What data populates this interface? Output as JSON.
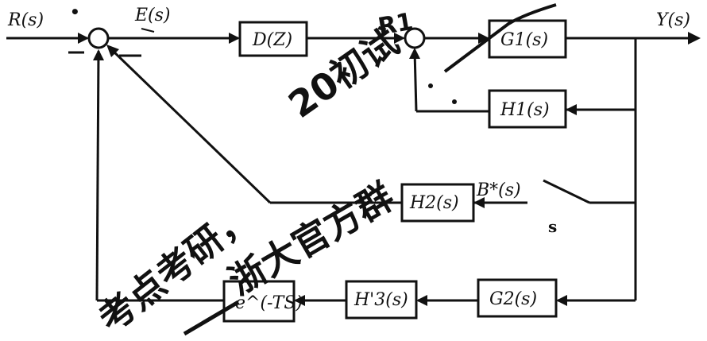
{
  "signals": {
    "input": "R(s)",
    "error": "E(s)",
    "output": "Y(s)",
    "sampled_feedback": "B*(s)",
    "switch": "s",
    "sum_sign_near_r": "•"
  },
  "blocks": {
    "controller": "D(Z)",
    "g1": "G1(s)",
    "h1": "H1(s)",
    "h2": "H2(s)",
    "g2": "G2(s)",
    "h3": "H'3(s)",
    "delay": "e^(-TS)"
  },
  "watermark": {
    "line1": "20初试",
    "line2": "浙大官方群",
    "line3": "考点考研，",
    "scribble": "R1"
  }
}
